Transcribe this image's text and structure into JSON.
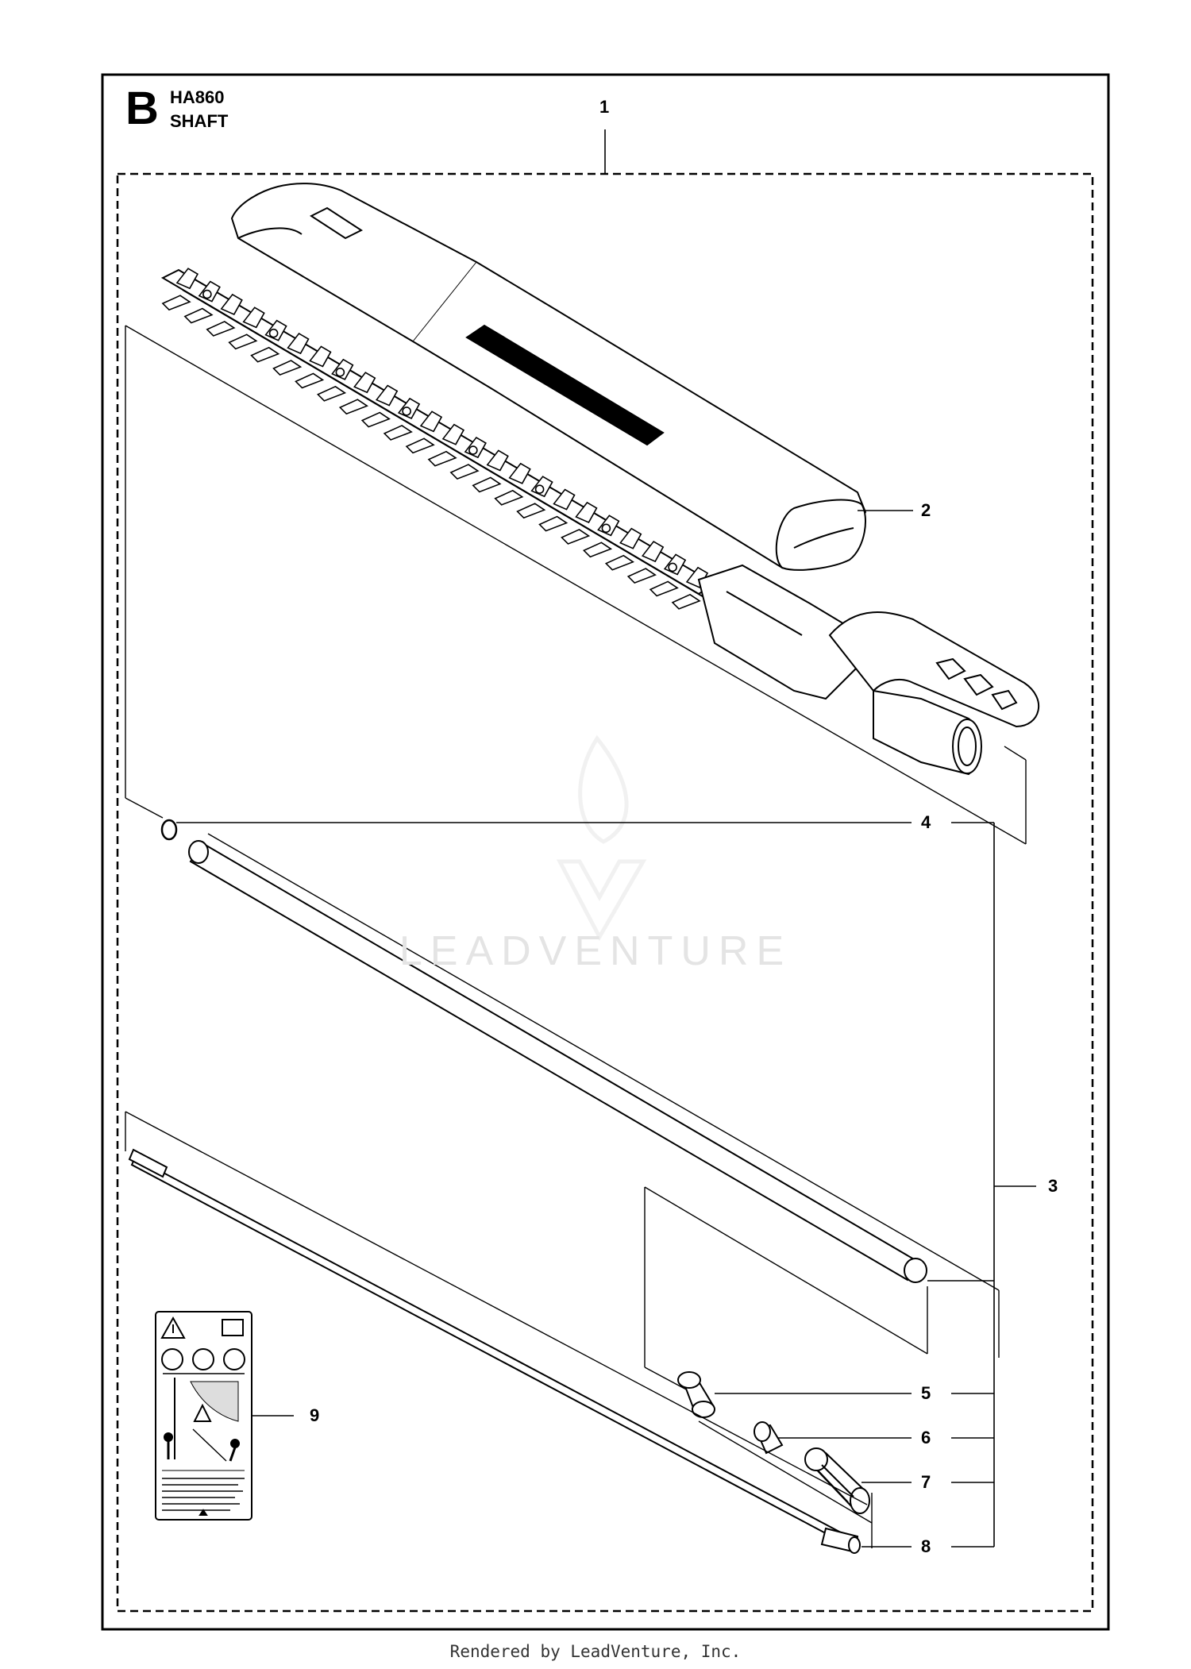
{
  "header": {
    "section_letter": "B",
    "model": "HA860",
    "section_title": "SHAFT"
  },
  "callouts": [
    {
      "id": "1",
      "label": "1"
    },
    {
      "id": "2",
      "label": "2"
    },
    {
      "id": "3",
      "label": "3"
    },
    {
      "id": "4",
      "label": "4"
    },
    {
      "id": "5",
      "label": "5"
    },
    {
      "id": "6",
      "label": "6"
    },
    {
      "id": "7",
      "label": "7"
    },
    {
      "id": "8",
      "label": "8"
    },
    {
      "id": "9",
      "label": "9"
    }
  ],
  "watermark": "LEADVENTURE",
  "footer": "Rendered by LeadVenture, Inc."
}
